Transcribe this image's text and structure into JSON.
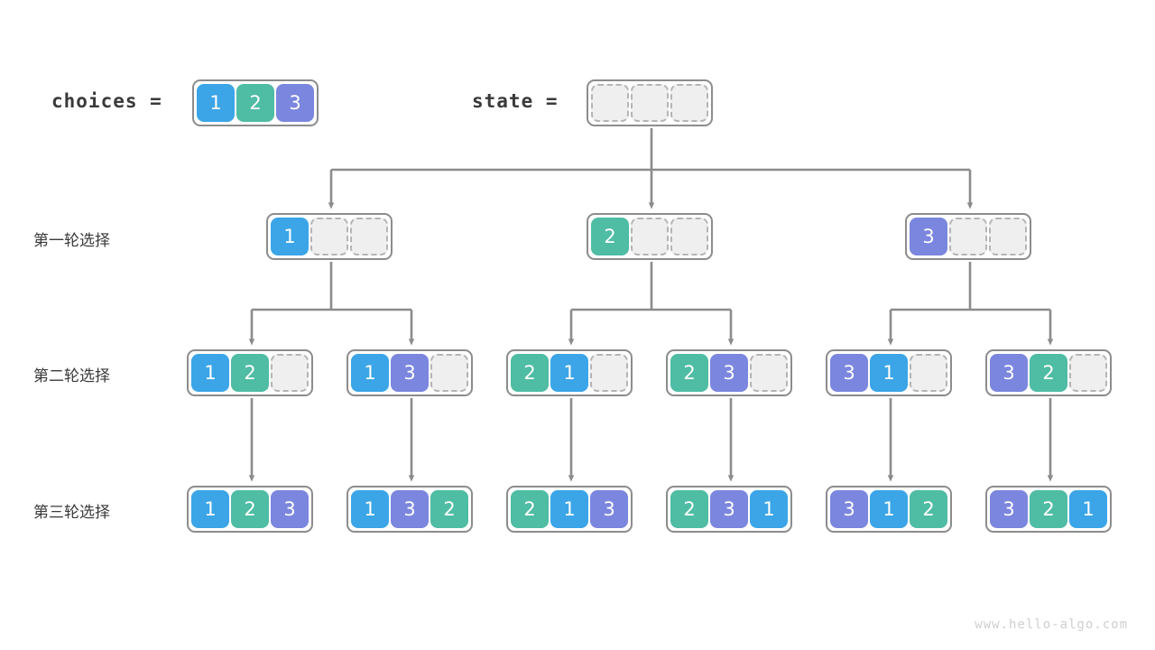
{
  "palette": {
    "value1": "#3ba5e8",
    "value2": "#4fbca4",
    "value3": "#7b86de",
    "empty_fill": "#efefef",
    "empty_border": "#b4b4b4",
    "node_border": "#8c8c8c",
    "connector": "#8c8c8c",
    "text": "#3a3a3a",
    "watermark": "#cfcfcf",
    "background": "#ffffff"
  },
  "header": {
    "choices_label": "choices =",
    "state_label": "state =",
    "choices_cells": [
      "1",
      "2",
      "3"
    ],
    "state_cells": [
      "",
      "",
      ""
    ]
  },
  "row_labels": {
    "round1": "第一轮选择",
    "round2": "第二轮选择",
    "round3": "第三轮选择"
  },
  "levels": [
    {
      "name": "round1",
      "nodes": [
        {
          "cells": [
            "1",
            "",
            ""
          ]
        },
        {
          "cells": [
            "2",
            "",
            ""
          ]
        },
        {
          "cells": [
            "3",
            "",
            ""
          ]
        }
      ]
    },
    {
      "name": "round2",
      "nodes": [
        {
          "cells": [
            "1",
            "2",
            ""
          ]
        },
        {
          "cells": [
            "1",
            "3",
            ""
          ]
        },
        {
          "cells": [
            "2",
            "1",
            ""
          ]
        },
        {
          "cells": [
            "2",
            "3",
            ""
          ]
        },
        {
          "cells": [
            "3",
            "1",
            ""
          ]
        },
        {
          "cells": [
            "3",
            "2",
            ""
          ]
        }
      ]
    },
    {
      "name": "round3",
      "nodes": [
        {
          "cells": [
            "1",
            "2",
            "3"
          ]
        },
        {
          "cells": [
            "1",
            "3",
            "2"
          ]
        },
        {
          "cells": [
            "2",
            "1",
            "3"
          ]
        },
        {
          "cells": [
            "2",
            "3",
            "1"
          ]
        },
        {
          "cells": [
            "3",
            "1",
            "2"
          ]
        },
        {
          "cells": [
            "3",
            "2",
            "1"
          ]
        }
      ]
    }
  ],
  "watermark": "www.hello-algo.com"
}
